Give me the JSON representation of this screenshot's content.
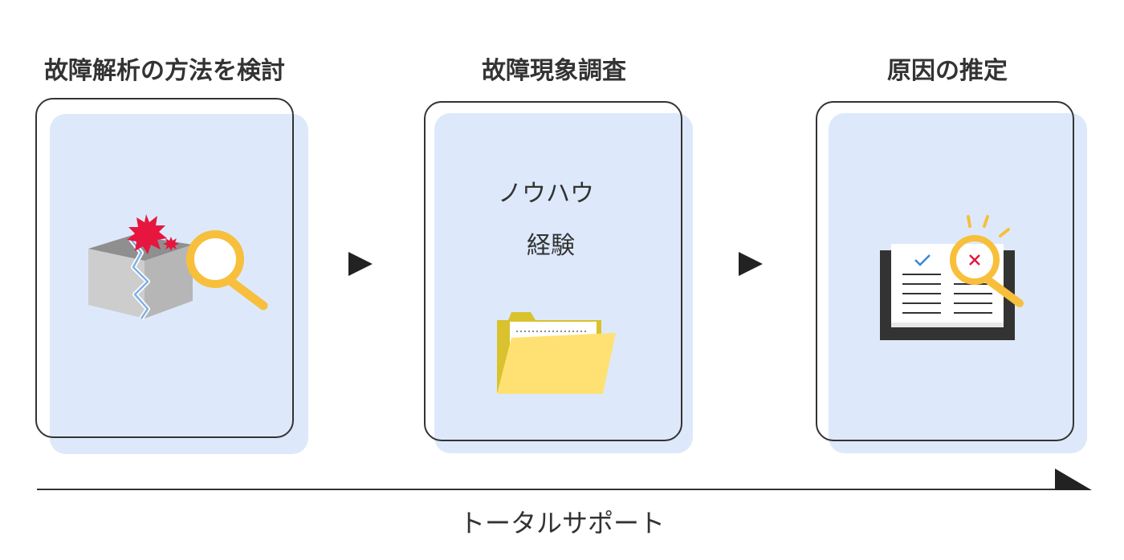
{
  "steps": [
    {
      "title": "故障解析の方法を検討"
    },
    {
      "title": "故障現象調査",
      "texts": [
        "ノウハウ",
        "経験"
      ]
    },
    {
      "title": "原因の推定"
    }
  ],
  "footer": {
    "label": "トータルサポート"
  },
  "colors": {
    "card_fill": "#dde9fb",
    "frame": "#333333",
    "accent_yellow": "#f7bf3b",
    "burst_red": "#e6163f",
    "folder_yellow": "#ffe173"
  }
}
